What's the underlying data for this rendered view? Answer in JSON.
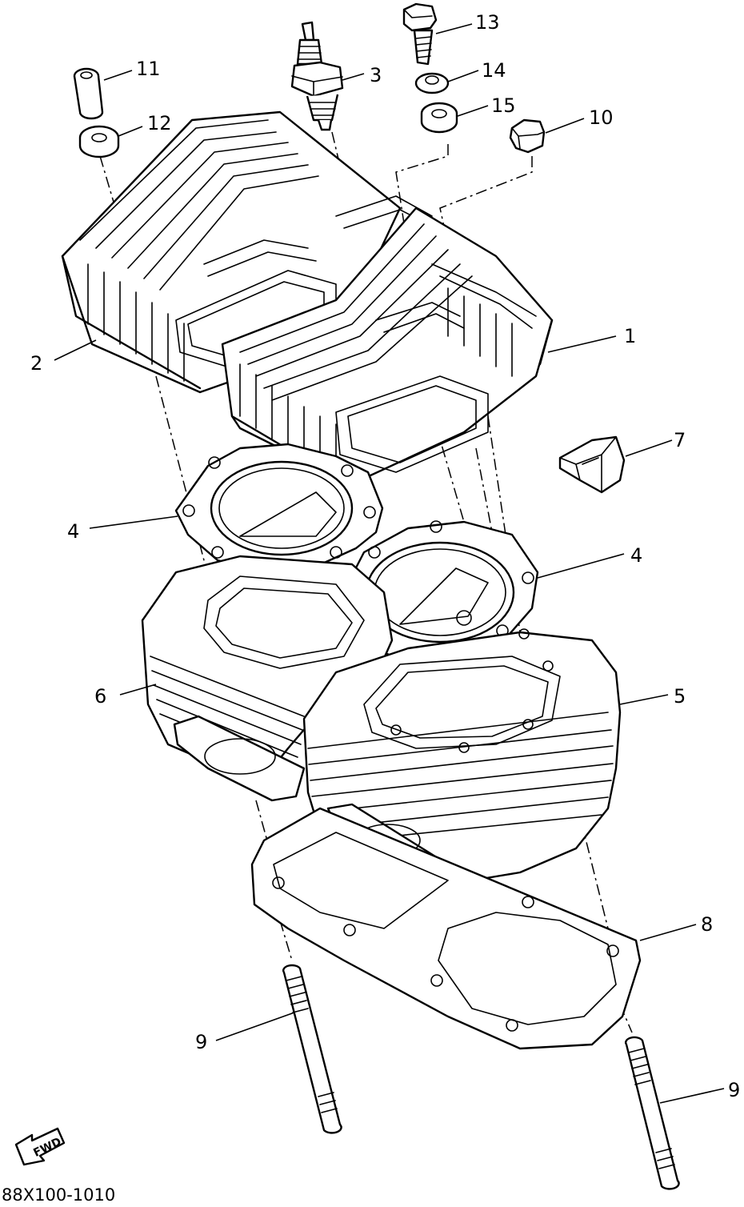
{
  "diagram_code": "88X100-1010",
  "fwd_label": "FWD",
  "callouts": {
    "c1": "1",
    "c2": "2",
    "c3": "3",
    "c4a": "4",
    "c4b": "4",
    "c5": "5",
    "c6": "6",
    "c7": "7",
    "c8": "8",
    "c9a": "9",
    "c9b": "9",
    "c10": "10",
    "c11": "11",
    "c12": "12",
    "c13": "13",
    "c14": "14",
    "c15": "15"
  }
}
